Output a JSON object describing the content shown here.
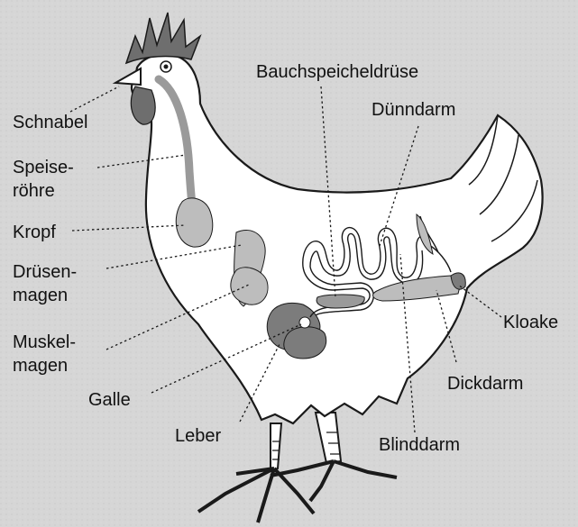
{
  "labels": {
    "schnabel": "Schnabel",
    "speiseroehre_1": "Speise-",
    "speiseroehre_2": "röhre",
    "kropf": "Kropf",
    "druesenmagen_1": "Drüsen-",
    "druesenmagen_2": "magen",
    "muskelmagen_1": "Muskel-",
    "muskelmagen_2": "magen",
    "galle": "Galle",
    "leber": "Leber",
    "bauchspeicheldruese": "Bauchspeicheldrüse",
    "duenndarm": "Dünndarm",
    "kloake": "Kloake",
    "dickdarm": "Dickdarm",
    "blinddarm": "Blinddarm"
  },
  "colors": {
    "background": "#d6d6d6",
    "body_fill": "#ffffff",
    "outline": "#1a1a1a",
    "comb_wattle": "#6e6e6e",
    "organ_light": "#bdbdbd",
    "organ_dark": "#7c7c7c",
    "text": "#111111"
  }
}
